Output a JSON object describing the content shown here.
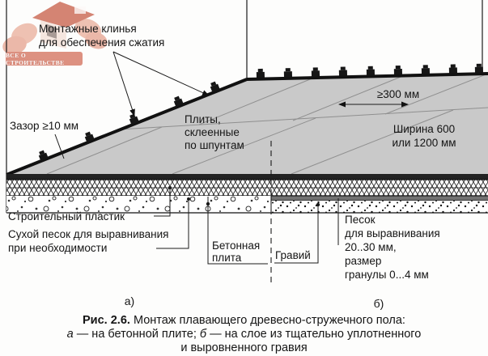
{
  "watermark": {
    "badge_text": "ВСЕ О СТРОИТЕЛЬСТВЕ",
    "accent_color": "#dd9181"
  },
  "diagram": {
    "colors": {
      "floor_gray": "#c9c9c9",
      "line_black": "#1a1a1a",
      "joint_gray": "#8f8f8f"
    },
    "labels": {
      "wedges_line1": "Монтажные клинья",
      "wedges_line2": "для обеспечения сжатия",
      "gap": "Зазор ≥10 мм",
      "plates_line1": "Плиты,",
      "plates_line2": "склеенные",
      "plates_line3": "по шпунтам",
      "dim_300": "≥300 мм",
      "width_line1": "Ширина 600",
      "width_line2": "или 1200 мм",
      "plastic": "Строительный пластик",
      "dry_sand_line1": "Сухой песок для выравнивания",
      "dry_sand_line2": "при необходимости",
      "concrete_line1": "Бетонная",
      "concrete_line2": "плита",
      "gravel": "Гравий",
      "sand_line1": "Песок",
      "sand_line2": "для выравнивания",
      "sand_line3": "20..30 мм,",
      "sand_line4": "размер",
      "sand_line5": "гранулы 0...4 мм",
      "marker_a": "а)",
      "marker_b": "б)"
    }
  },
  "caption": {
    "fig_label": "Рис. 2.6.",
    "title": " Монтаж плавающего древесно-стружечного пола:",
    "a_italic": "а",
    "a_text": " — на бетонной плите; ",
    "b_italic": "б",
    "b_text": " — на слое из тщательно уплотненного",
    "line3": "и выровненного гравия"
  }
}
